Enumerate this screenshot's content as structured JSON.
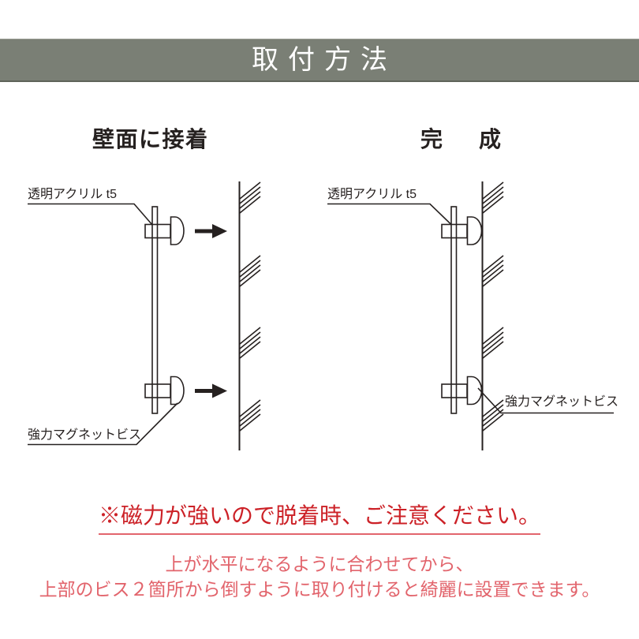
{
  "colors": {
    "header_bg": "#7a7f75",
    "header_text": "#ffffff",
    "line": "#262120",
    "text": "#262120",
    "warning_red": "#cc2127",
    "note_pink": "#e2646c"
  },
  "header": {
    "title": "取付方法"
  },
  "diagrams": {
    "left": {
      "title": "壁面に接着",
      "label_top": "透明アクリル t5",
      "label_bottom": "強力マグネットビス"
    },
    "right": {
      "title": "完　成",
      "label_top": "透明アクリル t5",
      "label_bottom": "強力マグネットビス"
    }
  },
  "warning": {
    "text": "※磁力が強いので脱着時、ご注意ください。"
  },
  "note": {
    "line1": "上が水平になるように合わせてから、",
    "line2": "上部のビス２箇所から倒すように取り付けると綺麗に設置できます。"
  }
}
